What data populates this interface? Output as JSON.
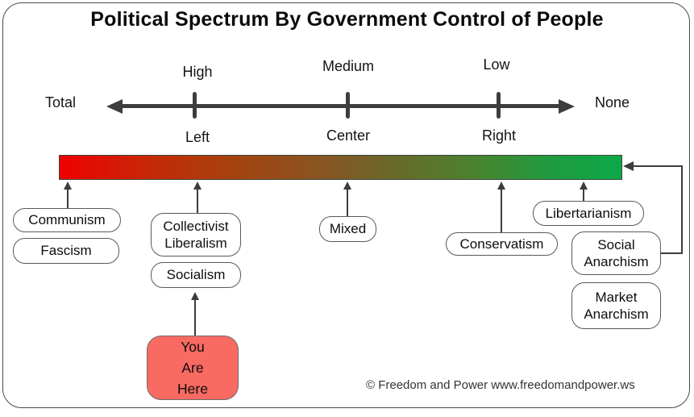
{
  "title": "Political Spectrum By Government Control of People",
  "axis": {
    "left_end": "Total",
    "right_end": "None",
    "top_ticks": [
      "High",
      "Medium",
      "Low"
    ],
    "bottom_ticks": [
      "Left",
      "Center",
      "Right"
    ]
  },
  "spectrum_bar": {
    "left_color": "#ee0000",
    "mid_color": "#8a5422",
    "right_color": "#0ba948"
  },
  "ideologies": {
    "communism": "Communism",
    "fascism": "Fascism",
    "collectivist_liberalism": "Collectivist Liberalism",
    "socialism": "Socialism",
    "mixed": "Mixed",
    "conservatism": "Conservatism",
    "libertarianism": "Libertarianism",
    "social_anarchism": "Social Anarchism",
    "market_anarchism": "Market Anarchism"
  },
  "marker": {
    "label": "You Are Here",
    "fill_color": "#f86a62"
  },
  "footer": {
    "copyright": "© Freedom and Power www.freedomandpower.ws"
  }
}
